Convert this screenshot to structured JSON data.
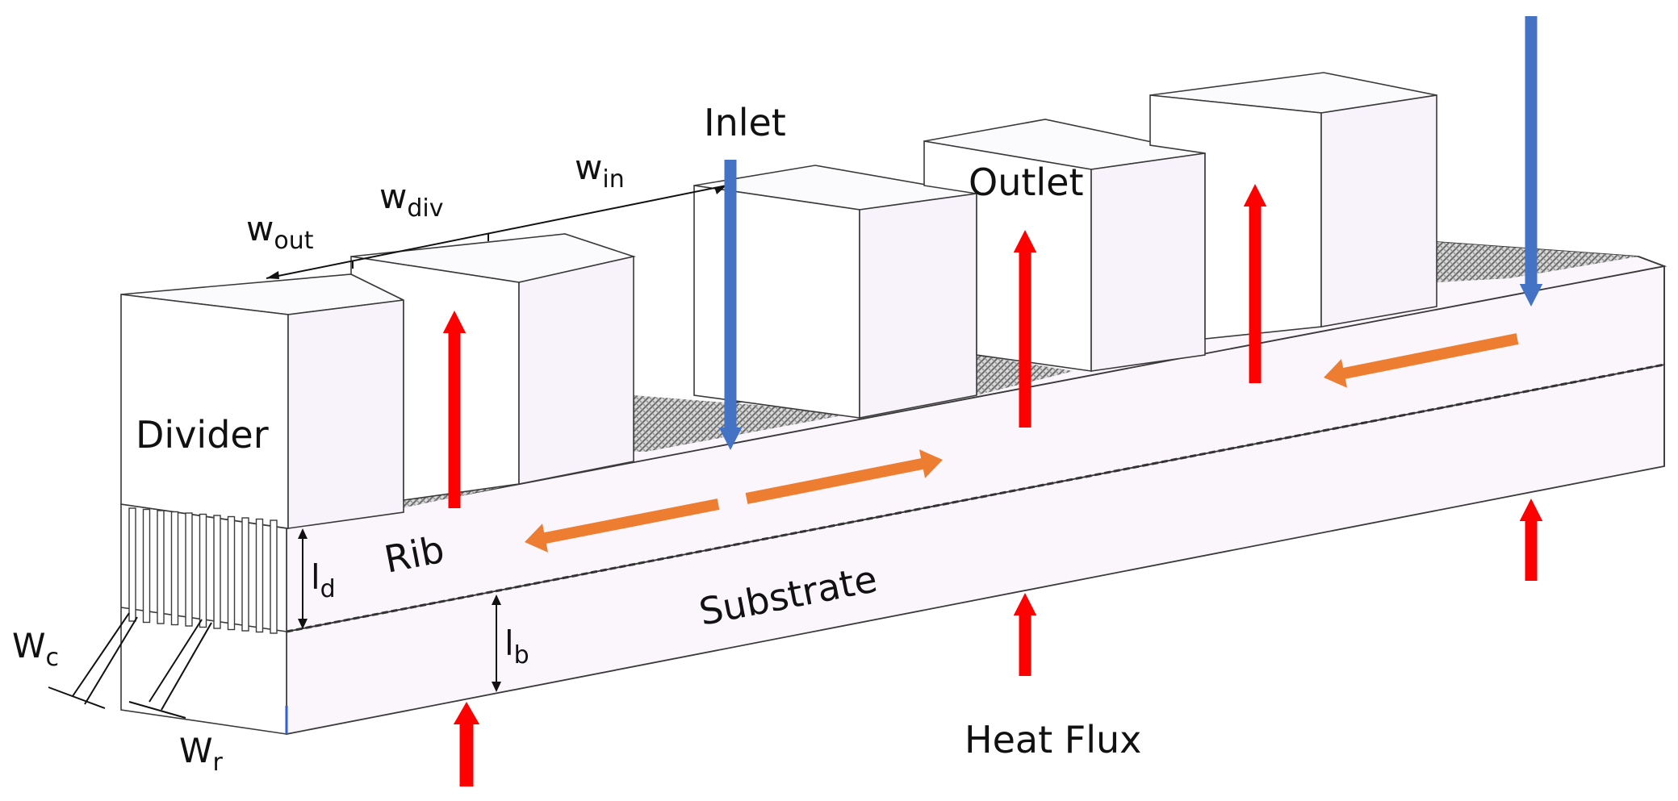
{
  "labels": {
    "inlet": "Inlet",
    "outlet": "Outlet",
    "divider": "Divider",
    "rib": "Rib",
    "substrate": "Substrate",
    "heat_flux": "Heat  Flux"
  },
  "dimensions": {
    "w_out": {
      "base": "w",
      "sub": "out"
    },
    "w_div": {
      "base": "w",
      "sub": "div"
    },
    "w_in": {
      "base": "w",
      "sub": "in"
    },
    "l_d": {
      "base": "l",
      "sub": "d"
    },
    "l_b": {
      "base": "l",
      "sub": "b"
    },
    "W_c": {
      "base": "W",
      "sub": "c"
    },
    "W_r": {
      "base": "W",
      "sub": "r"
    }
  },
  "colors": {
    "heat_arrow": "#ff0000",
    "inlet_arrow": "#4472c4",
    "flow_arrow": "#ed7d31",
    "slab_fill": "#fbf5fc",
    "hatch": "#8c8c8c"
  }
}
